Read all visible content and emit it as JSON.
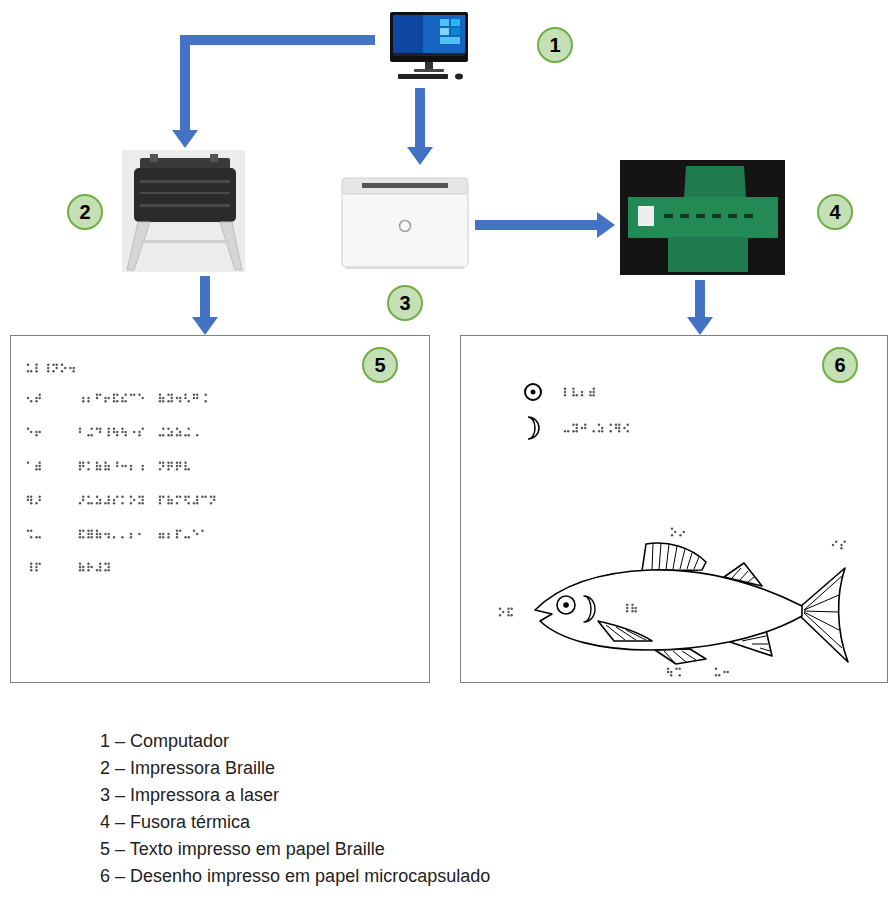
{
  "diagram": {
    "nodes": [
      {
        "text": [
          "1"
        ]
      },
      {
        "text": [
          "2"
        ]
      },
      {
        "text": [
          "3"
        ]
      },
      {
        "text": [
          "4"
        ]
      },
      {
        "text": [
          "5"
        ]
      },
      {
        "text": [
          "6"
        ]
      }
    ],
    "edges": [
      {
        "from": 0,
        "to": 1,
        "arrow": "to"
      },
      {
        "from": 0,
        "to": 2,
        "arrow": "to"
      },
      {
        "from": 2,
        "to": 3,
        "arrow": "to"
      },
      {
        "from": 1,
        "to": 4,
        "arrow": "to"
      },
      {
        "from": 3,
        "to": 5,
        "arrow": "to"
      }
    ],
    "labels": [
      "1 – Computador",
      "2 – Impressora Braille",
      "3 – Impressora a laser",
      "4 – Fusora térmica",
      "5 – Texto impresso em papel Braille",
      "6 – Desenho impresso em papel microcapsulado"
    ]
  }
}
